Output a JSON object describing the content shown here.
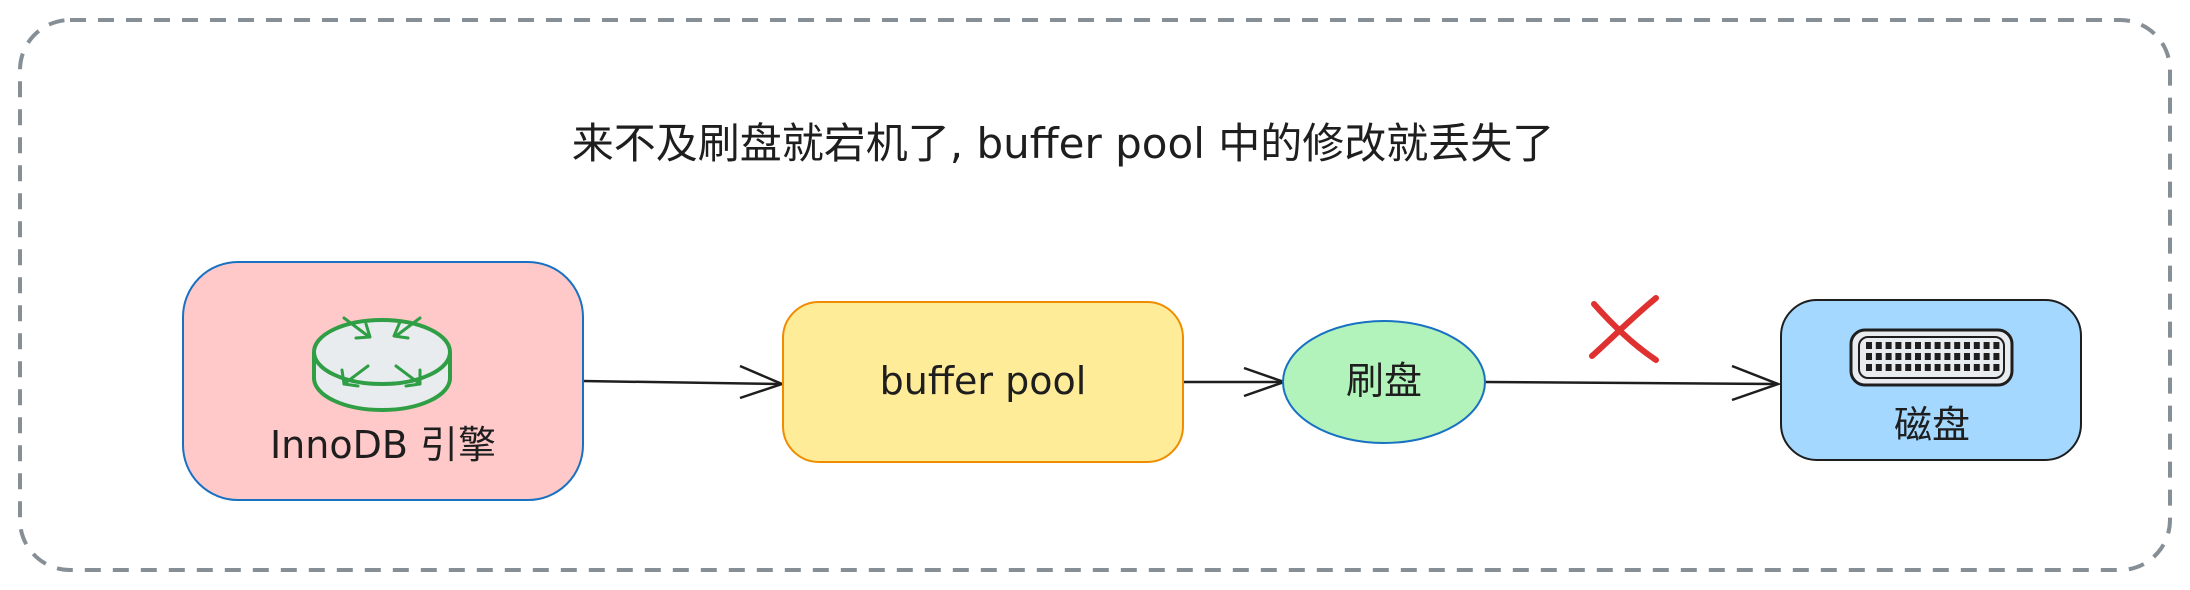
{
  "title": "来不及刷盘就宕机了, buffer pool 中的修改就丢失了",
  "nodes": {
    "innodb": {
      "label": "InnoDB 引擎",
      "icon": "router-icon",
      "fill": "#ffc9c9",
      "stroke": "#1971c2"
    },
    "buffer_pool": {
      "label": "buffer pool",
      "fill": "#ffec99",
      "stroke": "#f08c00"
    },
    "flush": {
      "label": "刷盘",
      "fill": "#b2f2bb",
      "stroke": "#1971c2"
    },
    "disk": {
      "label": "磁盘",
      "icon": "disk-port-icon",
      "fill": "#a5d8ff",
      "stroke": "#1e1e1e"
    }
  },
  "edges": [
    {
      "from": "innodb",
      "to": "buffer_pool"
    },
    {
      "from": "buffer_pool",
      "to": "flush"
    },
    {
      "from": "flush",
      "to": "disk",
      "blocked": true
    }
  ],
  "colors": {
    "frame_dash": "#868e96",
    "arrow": "#1e1e1e",
    "cross": "#e03131",
    "icon_green": "#2f9e44"
  }
}
